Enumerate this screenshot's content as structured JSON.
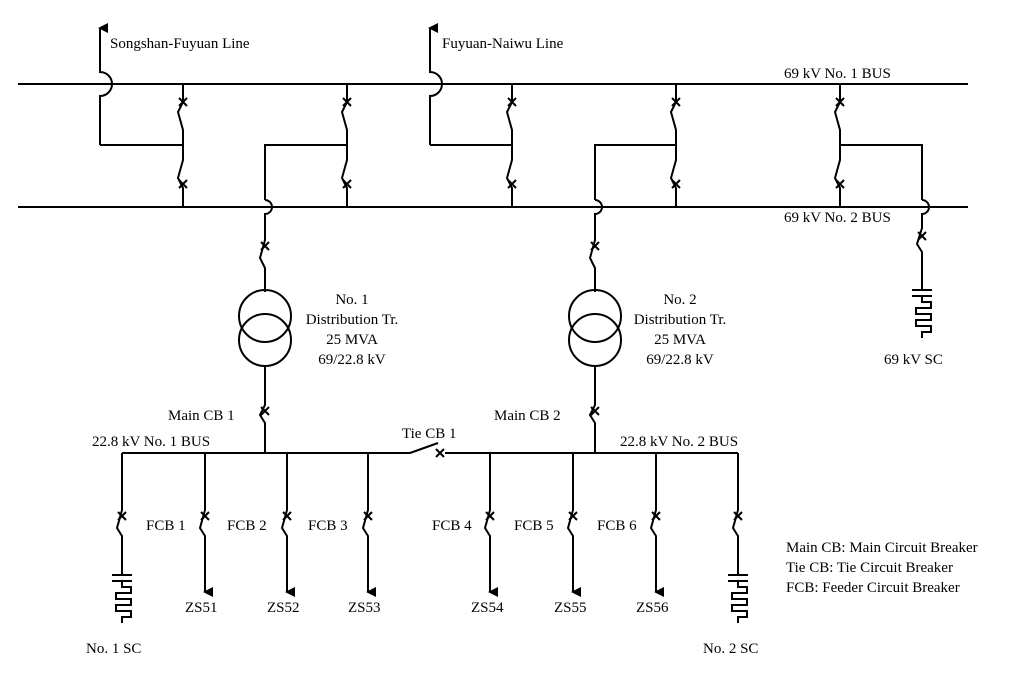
{
  "lines": {
    "songshan_fuyuan": "Songshan-Fuyuan Line",
    "fuyuan_naiwu": "Fuyuan-Naiwu Line"
  },
  "buses": {
    "hv_bus_1": "69 kV No. 1 BUS",
    "hv_bus_2": "69 kV No. 2 BUS",
    "mv_bus_1": "22.8 kV No. 1 BUS",
    "mv_bus_2": "22.8 kV No. 2 BUS"
  },
  "transformers": [
    {
      "lines": [
        "No. 1",
        "Distribution Tr.",
        "25 MVA",
        "69/22.8 kV"
      ]
    },
    {
      "lines": [
        "No. 2",
        "Distribution Tr.",
        "25 MVA",
        "69/22.8 kV"
      ]
    }
  ],
  "breakers": {
    "main_cb_1": "Main CB 1",
    "main_cb_2": "Main CB 2",
    "tie_cb_1": "Tie CB 1"
  },
  "feeders": [
    {
      "cb": "FCB 1",
      "load": "ZS51"
    },
    {
      "cb": "FCB 2",
      "load": "ZS52"
    },
    {
      "cb": "FCB 3",
      "load": "ZS53"
    },
    {
      "cb": "FCB 4",
      "load": "ZS54"
    },
    {
      "cb": "FCB 5",
      "load": "ZS55"
    },
    {
      "cb": "FCB 6",
      "load": "ZS56"
    }
  ],
  "capacitors": {
    "hv_sc": "69 kV   SC",
    "no1_sc": "No. 1  SC",
    "no2_sc": "No. 2  SC"
  },
  "legend": [
    "Main CB: Main Circuit Breaker",
    "Tie CB: Tie Circuit Breaker",
    "FCB: Feeder Circuit Breaker"
  ]
}
